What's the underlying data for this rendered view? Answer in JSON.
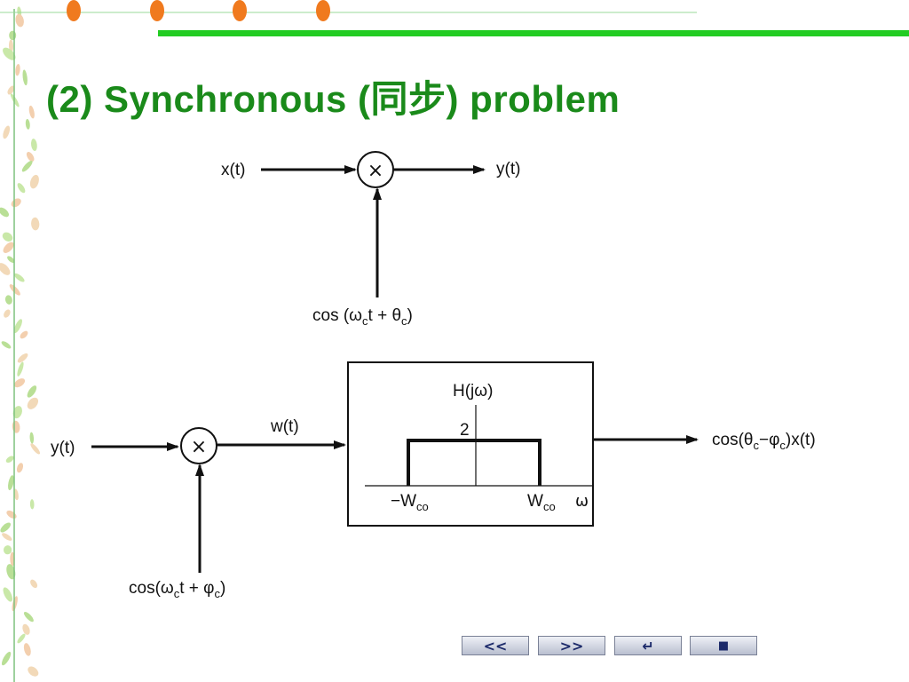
{
  "title": "(2) Synchronous (同步) problem",
  "diagram_top": {
    "input_label": "x(t)",
    "output_label": "y(t)",
    "multiplier_symbol": "×",
    "carrier_label": "cos (ωct + θc)"
  },
  "diagram_bottom": {
    "input_label": "y(t)",
    "multiplier_symbol": "×",
    "intermediate_label": "w(t)",
    "carrier_label": "cos(ωct + φc)",
    "filter": {
      "response_label": "H(jω)",
      "gain_label": "2",
      "neg_cutoff_label": "−Wco",
      "pos_cutoff_label": "Wco",
      "axis_label": "ω"
    },
    "output_label": "cos(θc−φc)x(t)"
  },
  "nav": {
    "prev_symbol": "<<",
    "next_symbol": ">>",
    "return_symbol": "↵",
    "stop_symbol": "■"
  },
  "colors": {
    "title": "#1a8a1a",
    "accent_line": "#22cc22",
    "bullet": "#f07a1e"
  }
}
